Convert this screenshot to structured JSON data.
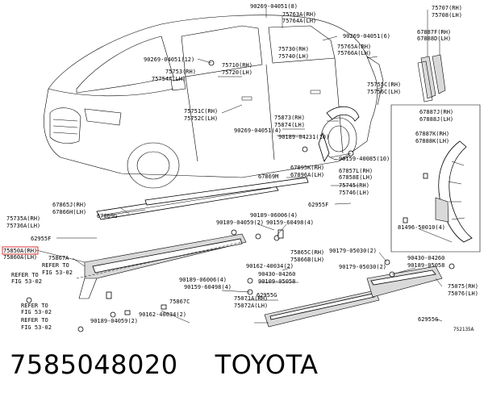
{
  "caption": {
    "part_number": "7585048020",
    "brand": "TOYOTA"
  },
  "figure_id": "752135A",
  "callouts": [
    "90269-04051(8)",
    "75763A(RH)",
    "75764A(LH)",
    "75707(RH)",
    "75708(LH)",
    "90269-04051(6)",
    "67887F(RH)",
    "67888D(LH)",
    "75765A(RH)",
    "75766A(LH)",
    "75730(RH)",
    "75740(LH)",
    "90269-04051(12)",
    "75710(RH)",
    "75720(LH)",
    "75753(RH)",
    "75754A(LH)",
    "75755C(RH)",
    "75756C(LH)",
    "75751C(RH)",
    "75752C(LH)",
    "67887J(RH)",
    "67888J(LH)",
    "75873(RH)",
    "75874(LH)",
    "90269-04051(4)",
    "67887K(RH)",
    "67888K(LH)",
    "90189-04231(10)",
    "90159-40085(10)",
    "67895K(RH)",
    "67896A(LH)",
    "67869M",
    "67857L(RH)",
    "67858E(LH)",
    "75745(RH)",
    "75746(LH)",
    "67865J(RH)",
    "67866H(LH)",
    "62955F",
    "67869G",
    "90189-06006(4)",
    "75735A(RH)",
    "75736A(LH)",
    "90189-04059(2)",
    "90159-60498(4)",
    "62955F",
    "75850A(RH)",
    "75860A(LH)",
    "75867A",
    "75865C(RH)",
    "75866B(LH)",
    "81496-50010(4)",
    "REFER TO",
    "FIG 53-02",
    "90162-40034(2)",
    "90179-05030(2)",
    "90430-04260",
    "90430-04260",
    "REFER TO",
    "FIG 53-02",
    "90189-06006(4)",
    "90109-05058",
    "90179-05030(2)",
    "90189-05058",
    "90159-60498(4)",
    "75867C",
    "90162-40034(2)",
    "75071A(RH)",
    "75072A(LH)",
    "62955G",
    "75075(RH)",
    "75076(LH)",
    "REFER TO",
    "FIG 53-02",
    "90189-04059(2)",
    "REFER TO",
    "FIG 53-02",
    "62955G"
  ]
}
